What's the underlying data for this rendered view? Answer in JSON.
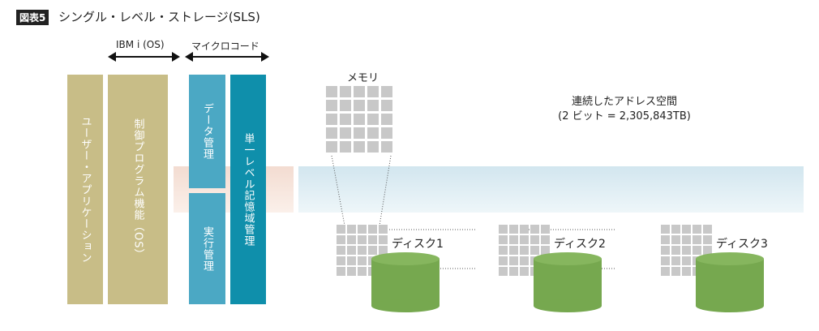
{
  "figure": {
    "tag": "図表5",
    "title": "シングル・レベル・ストレージ(SLS)"
  },
  "headers": {
    "os": "IBM i (OS)",
    "microcode": "マイクロコード"
  },
  "columns": {
    "user_app": "ユーザー・アプリケーション",
    "control_program": "制御プログラム機能（OS）",
    "data_mgmt": "データ管理",
    "exec_mgmt": "実行管理",
    "single_level": "単一レベル記憶域管理"
  },
  "memory_label": "メモリ",
  "address_space": {
    "line1": "連続したアドレス空間",
    "line2": "(2 ビット = 2,305,843TB)"
  },
  "disks": [
    {
      "label": "ディスク1"
    },
    {
      "label": "ディスク2"
    },
    {
      "label": "ディスク3"
    }
  ],
  "colors": {
    "tan": "#c8bd87",
    "data_blue": "#4ba8c4",
    "sls_blue": "#0f8fab",
    "disk_green": "#76a84f"
  }
}
